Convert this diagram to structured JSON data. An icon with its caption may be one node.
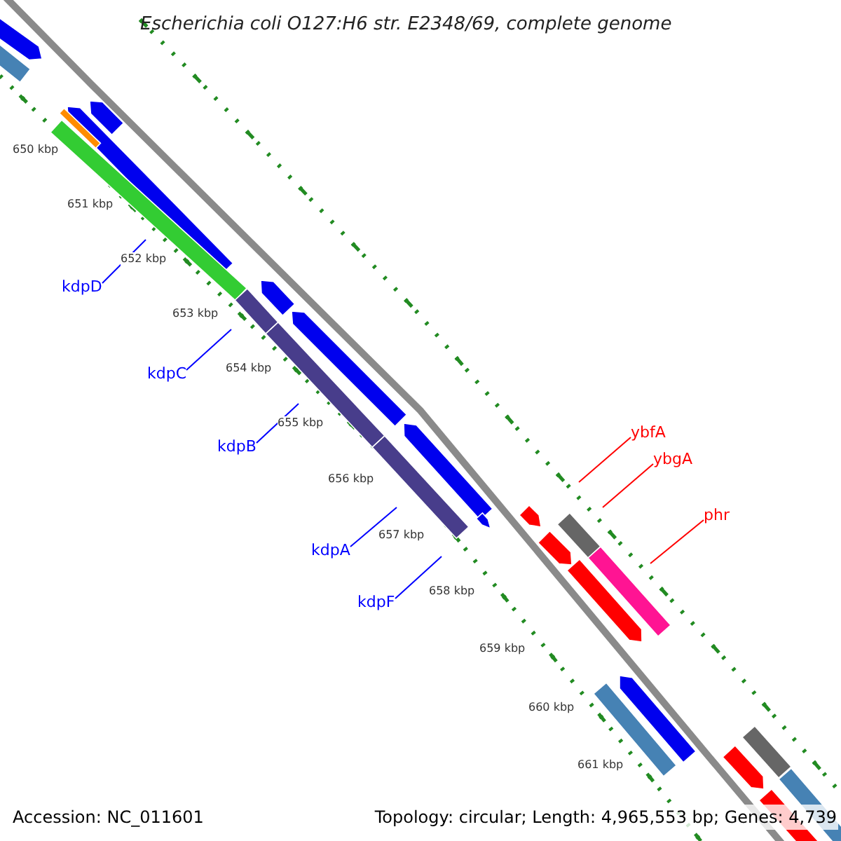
{
  "diagram": {
    "title": "Escherichia coli O127:H6 str. E2348/69, complete genome",
    "nodes": [
      {
        "text": [
          "kdpD"
        ]
      },
      {
        "text": [
          "kdpC"
        ]
      },
      {
        "text": [
          "kdpB"
        ]
      },
      {
        "text": [
          "kdpA"
        ]
      },
      {
        "text": [
          "kdpF"
        ]
      },
      {
        "text": [
          "ybfA"
        ]
      },
      {
        "text": [
          "ybgA"
        ]
      },
      {
        "text": [
          "phr"
        ]
      }
    ],
    "edges": [
      {
        "from": 0,
        "to": null,
        "arrow": "none"
      },
      {
        "from": 1,
        "to": null,
        "arrow": "none"
      },
      {
        "from": 2,
        "to": null,
        "arrow": "none"
      },
      {
        "from": 3,
        "to": null,
        "arrow": "none"
      },
      {
        "from": 4,
        "to": null,
        "arrow": "none"
      },
      {
        "from": 5,
        "to": null,
        "arrow": "none",
        "color": "#ff0000"
      },
      {
        "from": 6,
        "to": null,
        "arrow": "none",
        "color": "#ff0000"
      },
      {
        "from": 7,
        "to": null,
        "arrow": "none",
        "color": "#ff0000"
      }
    ],
    "labels": [
      "650 kbp",
      "651 kbp",
      "652 kbp",
      "653 kbp",
      "654 kbp",
      "655 kbp",
      "656 kbp",
      "657 kbp",
      "658 kbp",
      "659 kbp",
      "660 kbp",
      "661 kbp",
      "Accession: NC_011601",
      "Topology: circular; Length: 4,965,553 bp; Genes: 4,739"
    ]
  }
}
